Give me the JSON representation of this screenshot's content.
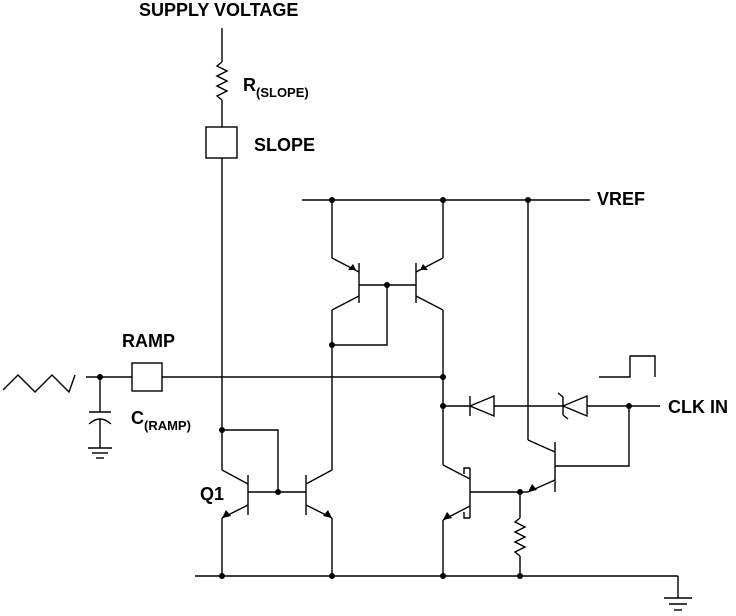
{
  "labels": {
    "supply_voltage": "SUPPLY VOLTAGE",
    "r_slope_main": "R",
    "r_slope_sub": "(SLOPE)",
    "slope": "SLOPE",
    "vref": "VREF",
    "ramp": "RAMP",
    "c_ramp_main": "C",
    "c_ramp_sub": "(RAMP)",
    "clk_in": "CLK IN",
    "q1": "Q1"
  },
  "colors": {
    "line": "#000000",
    "background": "#ffffff"
  }
}
